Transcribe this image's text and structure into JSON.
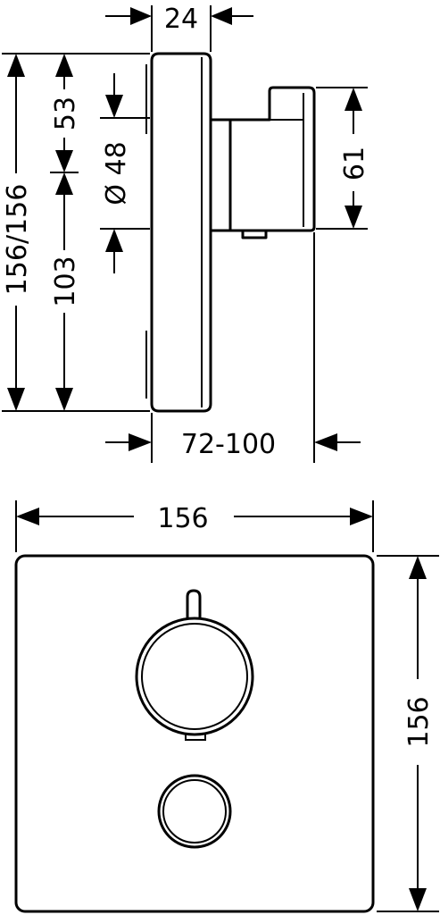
{
  "dimensions": {
    "plate_depth": "24",
    "total_height": "156/156",
    "upper_offset": "53",
    "knob_diameter": "Ø 48",
    "lower_offset": "103",
    "handle_height": "61",
    "install_depth": "72-100",
    "front_width": "156",
    "front_height": "156"
  },
  "colors": {
    "line": "#000000",
    "background": "#ffffff"
  }
}
